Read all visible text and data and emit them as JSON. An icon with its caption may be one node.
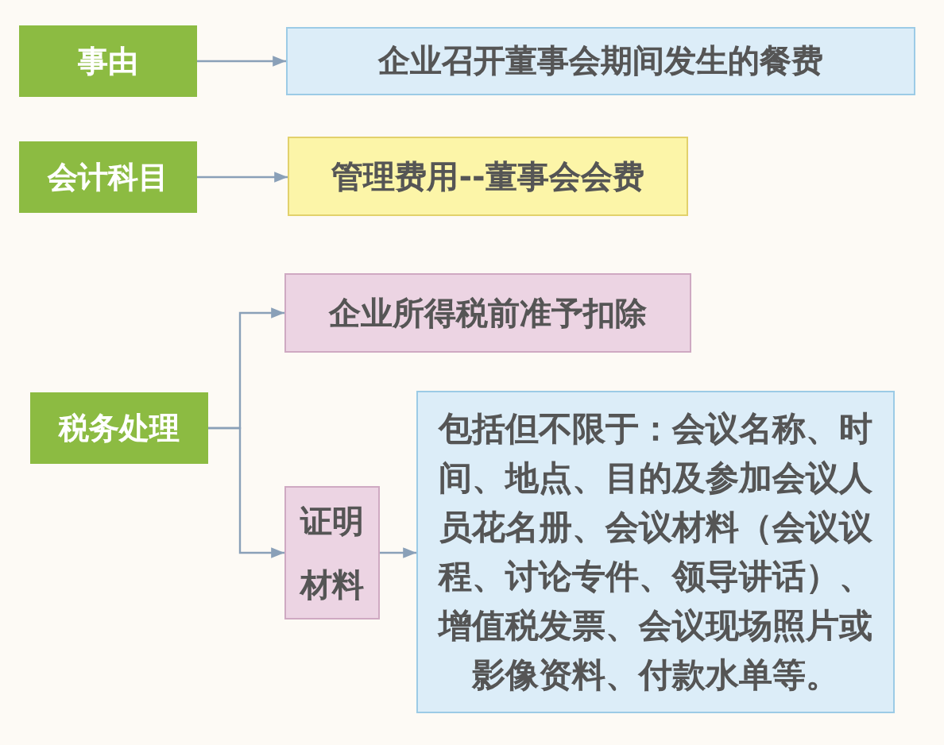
{
  "diagram": {
    "nodes": [
      {
        "text": [
          "事由"
        ]
      },
      {
        "text": [
          "企业召开董事会期间发生的餐费"
        ]
      },
      {
        "text": [
          "会计科目"
        ]
      },
      {
        "text": [
          "管理费用--董事会会费"
        ]
      },
      {
        "text": [
          "税务处理"
        ]
      },
      {
        "text": [
          "企业所得税前准予扣除"
        ]
      },
      {
        "text": [
          "证明材料"
        ]
      },
      {
        "text": [
          "包括但不限于：会议名称、时间、地点、目的及参加会议人员花名册、会议材料（会议议程、讨论专件、领导讲话）、增值税发票、会议现场照片或影像资料、付款水单等。"
        ]
      }
    ],
    "edges": [
      {
        "from": 0,
        "to": 1,
        "arrow": "to"
      },
      {
        "from": 2,
        "to": 3,
        "arrow": "to"
      },
      {
        "from": 4,
        "to": 5,
        "arrow": "to"
      },
      {
        "from": 4,
        "to": 6,
        "arrow": "to"
      },
      {
        "from": 6,
        "to": 7,
        "arrow": "to"
      }
    ]
  }
}
